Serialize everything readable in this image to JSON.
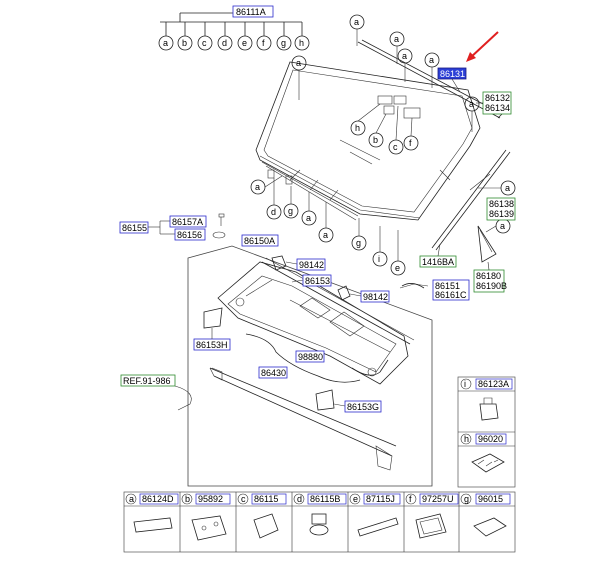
{
  "labels": {
    "n86111A": "86111A",
    "n86131": "86131",
    "n86132": "86132",
    "n86134": "86134",
    "n86138": "86138",
    "n86139": "86139",
    "n86155": "86155",
    "n86157A": "86157A",
    "n86156": "86156",
    "n86150A": "86150A",
    "n98142a": "98142",
    "n86153": "86153",
    "n98142b": "98142",
    "n86153H": "86153H",
    "n98880": "98880",
    "n86430": "86430",
    "n86153G": "86153G",
    "n1416BA": "1416BA",
    "n86151": "86151",
    "n86161C": "86161C",
    "n86180": "86180",
    "n86190B": "86190B",
    "ref": "REF.91-986"
  },
  "letters": [
    "a",
    "b",
    "c",
    "d",
    "e",
    "f",
    "g",
    "h",
    "i"
  ],
  "side_table": [
    {
      "letter": "i",
      "part": "86123A"
    },
    {
      "letter": "h",
      "part": "96020"
    }
  ],
  "bottom_table": [
    {
      "letter": "a",
      "part": "86124D"
    },
    {
      "letter": "b",
      "part": "95892"
    },
    {
      "letter": "c",
      "part": "86115"
    },
    {
      "letter": "d",
      "part": "86115B"
    },
    {
      "letter": "e",
      "part": "87115J"
    },
    {
      "letter": "f",
      "part": "97257U"
    },
    {
      "letter": "g",
      "part": "96015"
    }
  ]
}
